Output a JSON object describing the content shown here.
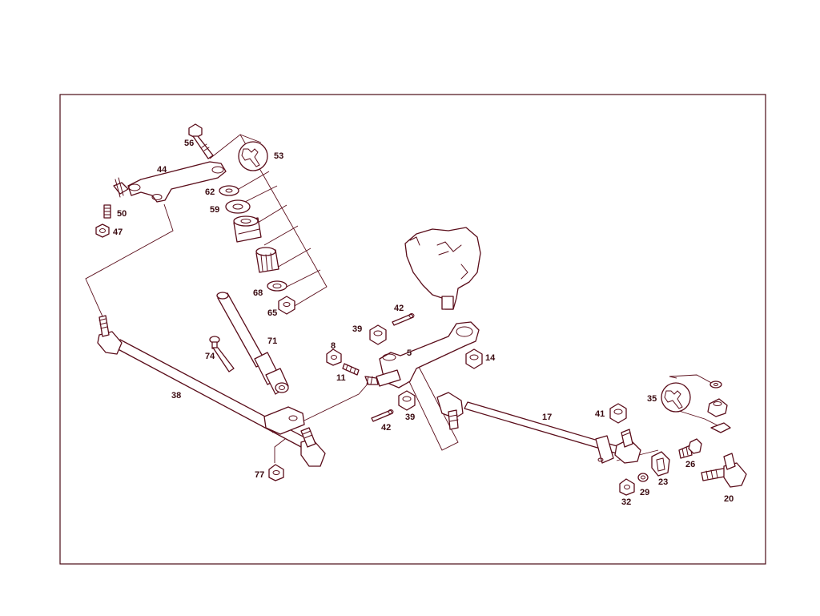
{
  "diagram": {
    "colors": {
      "line": "#5a0d1a",
      "text": "#3a0a10",
      "background": "#ffffff"
    },
    "callouts": {
      "c56": "56",
      "c53": "53",
      "c44": "44",
      "c62": "62",
      "c59": "59",
      "c50": "50",
      "c47": "47",
      "c68": "68",
      "c65": "65",
      "c71": "71",
      "c74": "74",
      "c38": "38",
      "c77": "77",
      "c42a": "42",
      "c39a": "39",
      "c8": "8",
      "c11": "11",
      "c5": "5",
      "c14": "14",
      "c39b": "39",
      "c42b": "42",
      "c17": "17",
      "c41": "41",
      "c35": "35",
      "c26": "26",
      "c23": "23",
      "c29": "29",
      "c32": "32",
      "c20": "20"
    },
    "icons": {
      "wrench_53": "wrench-icon",
      "wrench_35": "wrench-icon"
    }
  }
}
